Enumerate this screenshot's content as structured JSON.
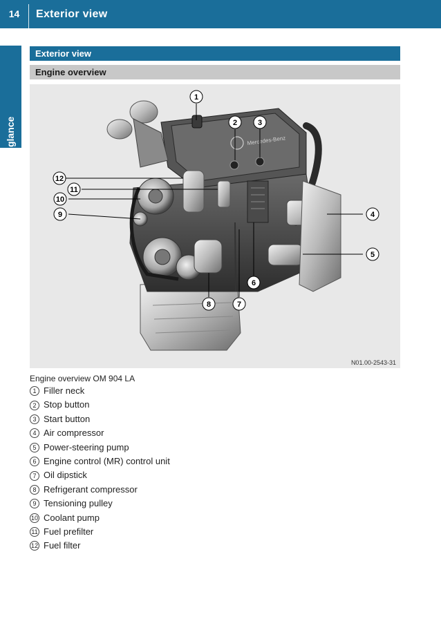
{
  "header": {
    "page_number": "14",
    "chapter_title": "Exterior view"
  },
  "side_tab": {
    "label": "At a glance"
  },
  "section": {
    "title": "Exterior view",
    "subtitle": "Engine overview"
  },
  "figure": {
    "code": "N01.00-2543-31",
    "caption": "Engine overview OM 904 LA",
    "engraving": "Mercedes-Benz",
    "callouts": [
      "1",
      "2",
      "3",
      "4",
      "5",
      "6",
      "7",
      "8",
      "9",
      "10",
      "11",
      "12"
    ]
  },
  "legend": [
    {
      "num": "1",
      "label": "Filler neck"
    },
    {
      "num": "2",
      "label": "Stop button"
    },
    {
      "num": "3",
      "label": "Start button"
    },
    {
      "num": "4",
      "label": "Air compressor"
    },
    {
      "num": "5",
      "label": "Power-steering pump"
    },
    {
      "num": "6",
      "label": "Engine control (MR) control unit"
    },
    {
      "num": "7",
      "label": "Oil dipstick"
    },
    {
      "num": "8",
      "label": "Refrigerant compressor"
    },
    {
      "num": "9",
      "label": "Tensioning pulley"
    },
    {
      "num": "10",
      "label": "Coolant pump"
    },
    {
      "num": "11",
      "label": "Fuel prefilter"
    },
    {
      "num": "12",
      "label": "Fuel filter"
    }
  ]
}
